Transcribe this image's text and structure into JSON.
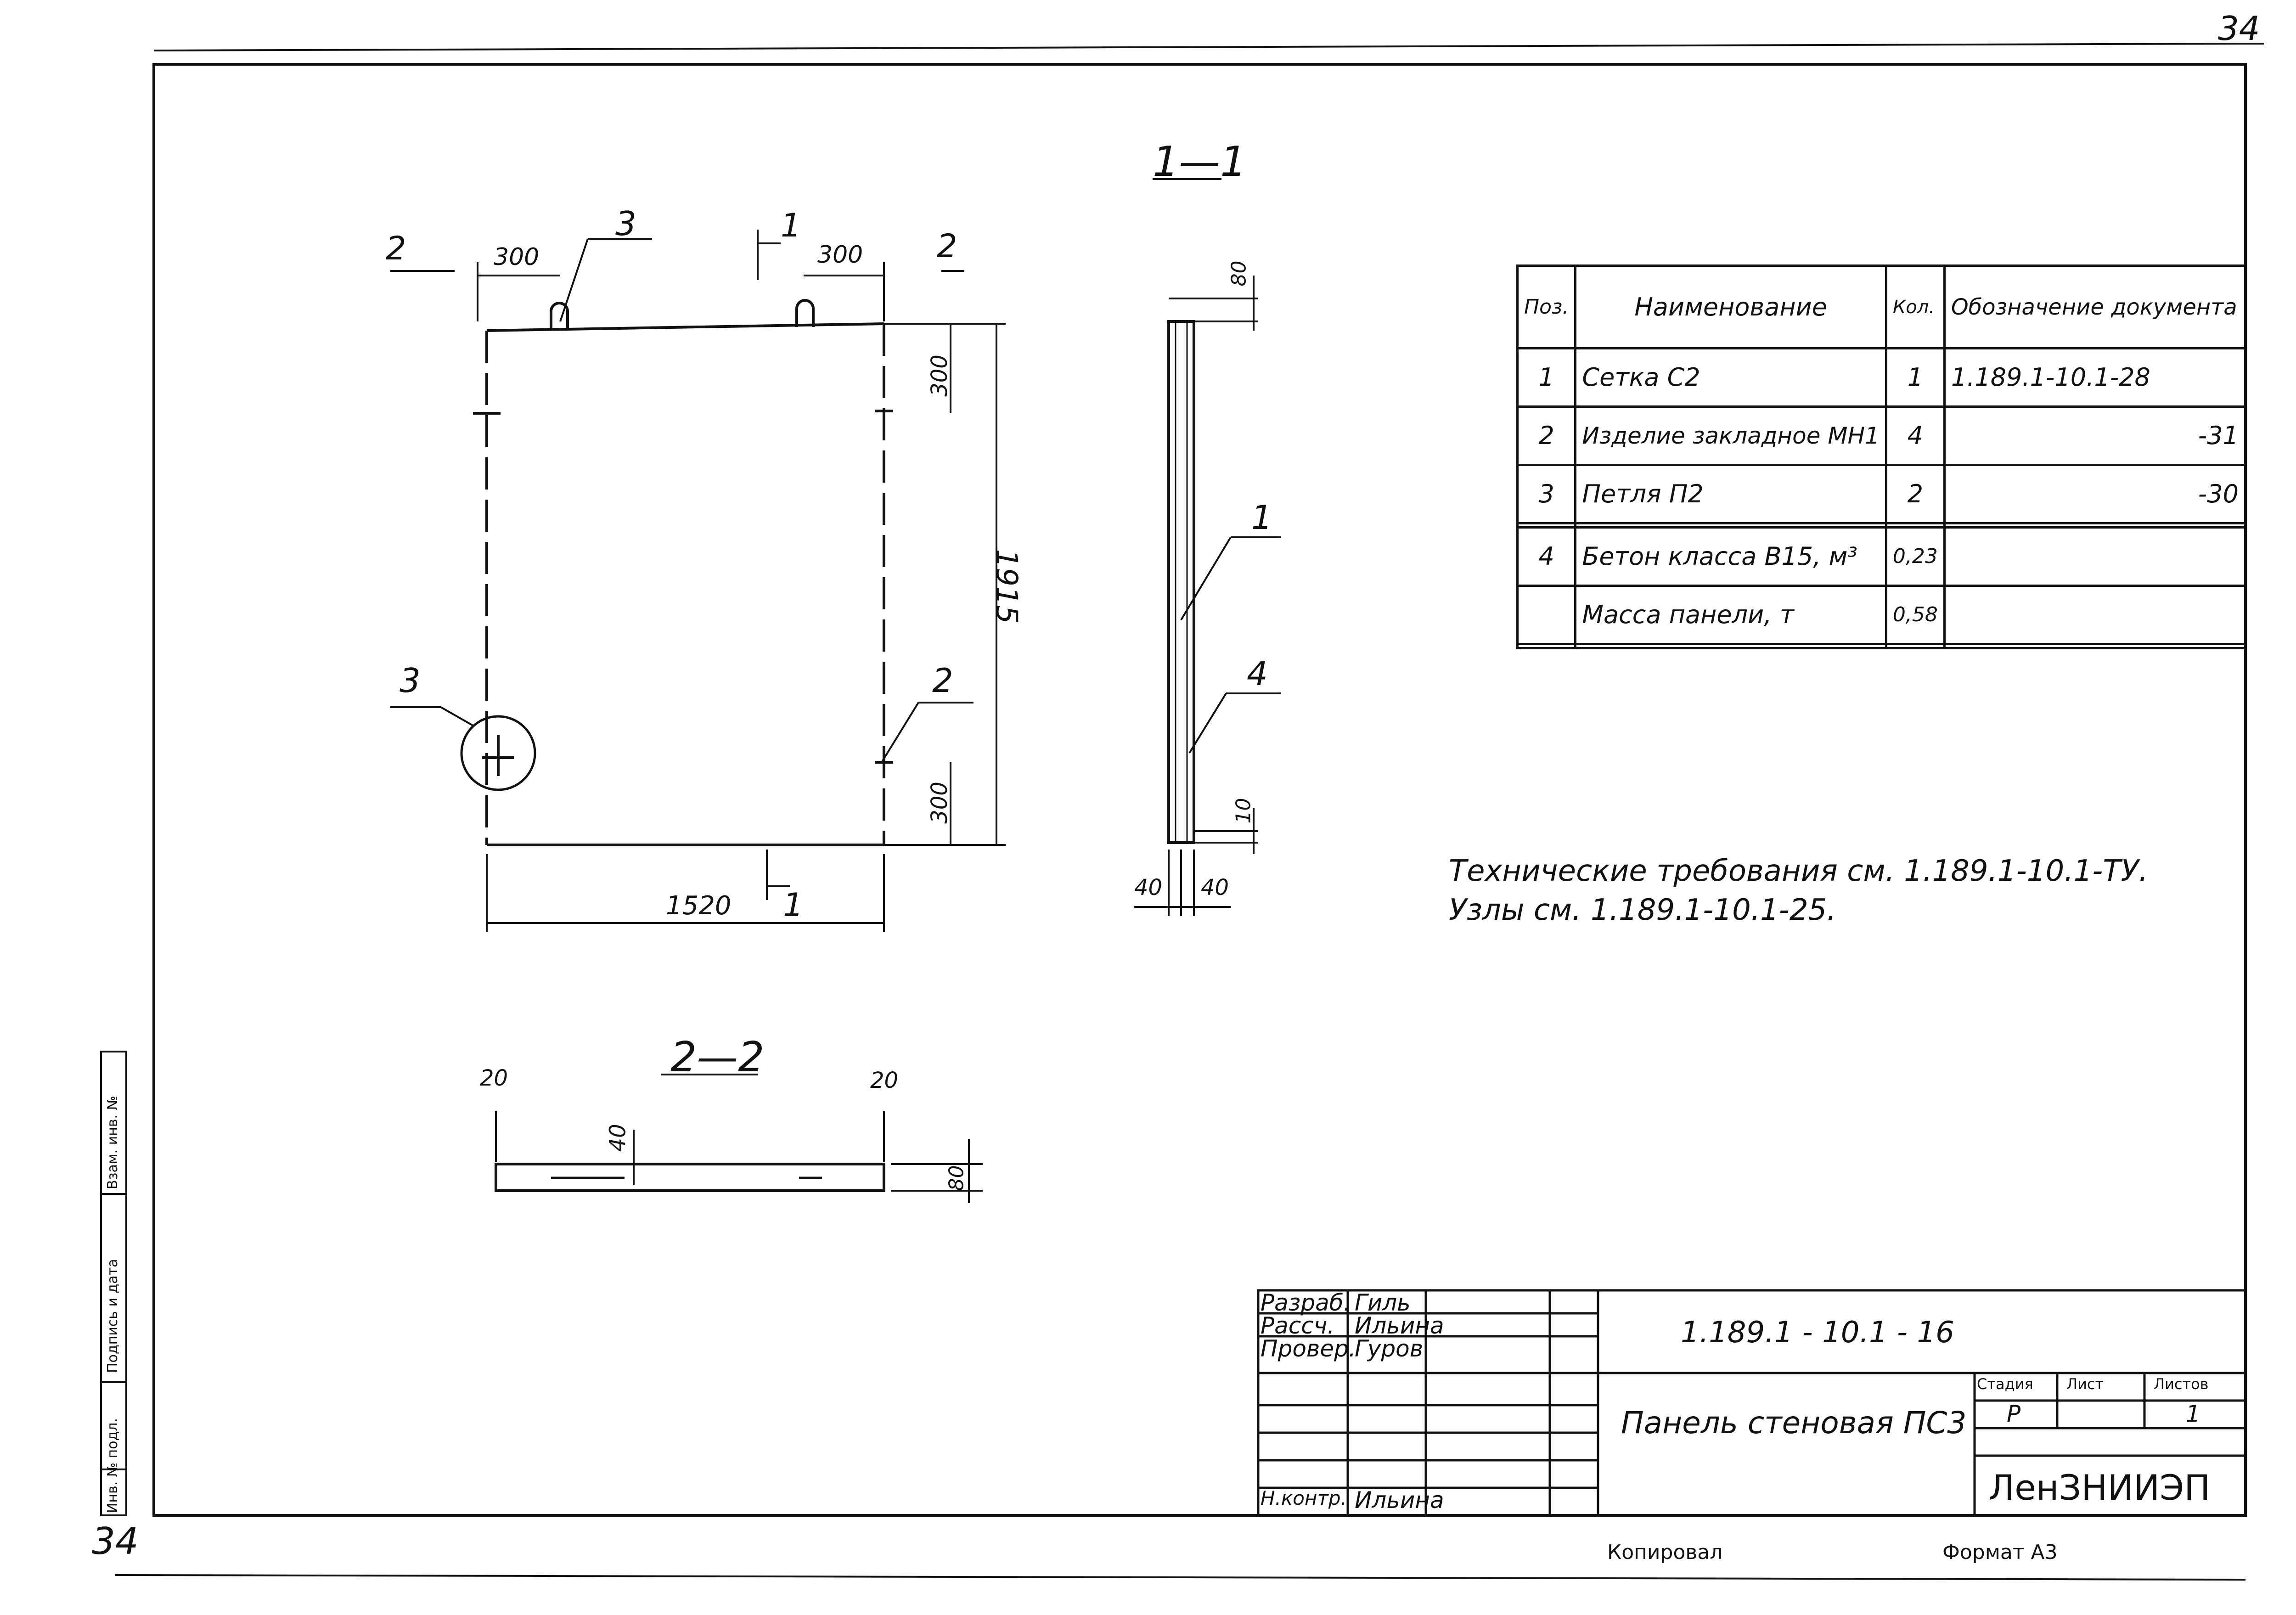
{
  "sheet": {
    "page_number": "34",
    "page_number_bottom": "34",
    "copied_label": "Копировал",
    "format_label": "Формат A3"
  },
  "views": {
    "section_1_1": "1—1",
    "section_2_2": "2—2",
    "cut_mark_1": "1",
    "cut_mark_2": "2"
  },
  "dimensions": {
    "top_left_offset": "300",
    "top_right_offset": "300",
    "right_top": "300",
    "right_height": "1915",
    "right_bottom": "300",
    "width": "1520",
    "side_top": "80",
    "side_bottom": "10",
    "side_left": "40",
    "side_right": "40",
    "s22_left": "20",
    "s22_right": "20",
    "s22_mid": "40",
    "s22_thickness": "80"
  },
  "callouts": {
    "loop_top": "3",
    "loop_side": "3",
    "embedded": "2",
    "mesh": "1",
    "concrete": "4"
  },
  "spec_table": {
    "headers": [
      "Поз.",
      "Наименование",
      "Кол.",
      "Обозначение документа"
    ],
    "rows": [
      [
        "1",
        "Сетка   С2",
        "1",
        "1.189.1-10.1-28"
      ],
      [
        "2",
        "Изделие закладное МН1",
        "4",
        "-31"
      ],
      [
        "3",
        "Петля   П2",
        "2",
        "-30"
      ],
      [
        "",
        "",
        "",
        ""
      ],
      [
        "4",
        "Бетон класса В15, м³",
        "0,23",
        ""
      ],
      [
        "",
        "Масса панели, т",
        "0,58",
        ""
      ],
      [
        "",
        "",
        "",
        ""
      ]
    ]
  },
  "notes": {
    "line1": "Технические требования см. 1.189.1-10.1-ТУ.",
    "line2": "Узлы см. 1.189.1-10.1-25."
  },
  "title_block": {
    "roles": [
      "Разраб.",
      "Рассч.",
      "Провер.",
      "Н.контр."
    ],
    "names": [
      "Гиль",
      "Ильина",
      "Гуров",
      "Ильина"
    ],
    "designation": "1.189.1 - 10.1 - 16",
    "title": "Панель стеновая ПС3",
    "stage_label": "Стадия",
    "sheet_label": "Лист",
    "sheets_label": "Листов",
    "stage": "Р",
    "sheets": "1",
    "organization": "ЛенЗНИИЭП"
  },
  "side_stamp": [
    "Инв. № подл.",
    "Подпись и дата",
    "Взам. инв. №"
  ]
}
